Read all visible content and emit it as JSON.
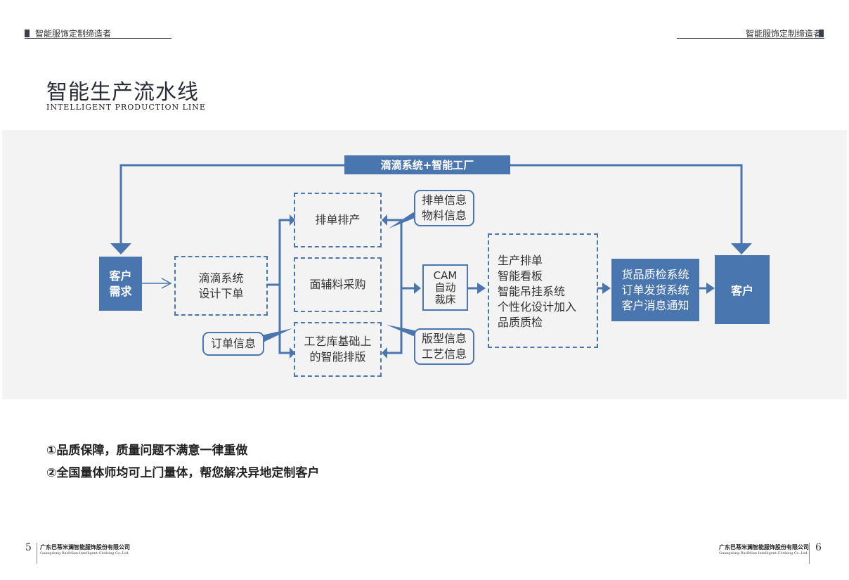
{
  "header": {
    "left_tagline": "智能服饰定制缔造者",
    "right_tagline": "智能服饰定制缔造者"
  },
  "title": {
    "main": "智能生产流水线",
    "sub": "INTELLIGENT PRODUCTION LINE"
  },
  "diagram": {
    "top_banner": "滴滴系统+智能工厂",
    "customer_demand": [
      "客户",
      "需求"
    ],
    "design_order": [
      "滴滴系统",
      "设计下单"
    ],
    "scheduling": "排单排产",
    "material_purchase": "面辅料采购",
    "smart_layout": [
      "工艺库基础上",
      "的智能排版"
    ],
    "order_info_callout": "订单信息",
    "schedule_material_callout": [
      "排单信息",
      "物料信息"
    ],
    "pattern_process_callout": [
      "版型信息",
      "工艺信息"
    ],
    "cam": [
      "CAM",
      "自动",
      "裁床"
    ],
    "production_systems": [
      "生产排单",
      "智能看板",
      "智能吊挂系统",
      "个性化设计加入",
      "品质质检"
    ],
    "delivery_systems": [
      "货品质检系统",
      "订单发货系统",
      "客户消息通知"
    ],
    "customer": "客户",
    "colors": {
      "accent": "#4a76b0",
      "panel": "#f3f3f3"
    }
  },
  "notes": [
    "①品质保障，质量问题不满意一律重做",
    "②全国量体师均可上门量体，帮您解决异地定制客户"
  ],
  "footer": {
    "left_page": "5",
    "right_page": "6",
    "company_cn": "广东巴蒂米澜智能服饰股份有限公司",
    "company_en": "Guangdong BatiMian Intelligent Clothing Co.,Ltd."
  }
}
